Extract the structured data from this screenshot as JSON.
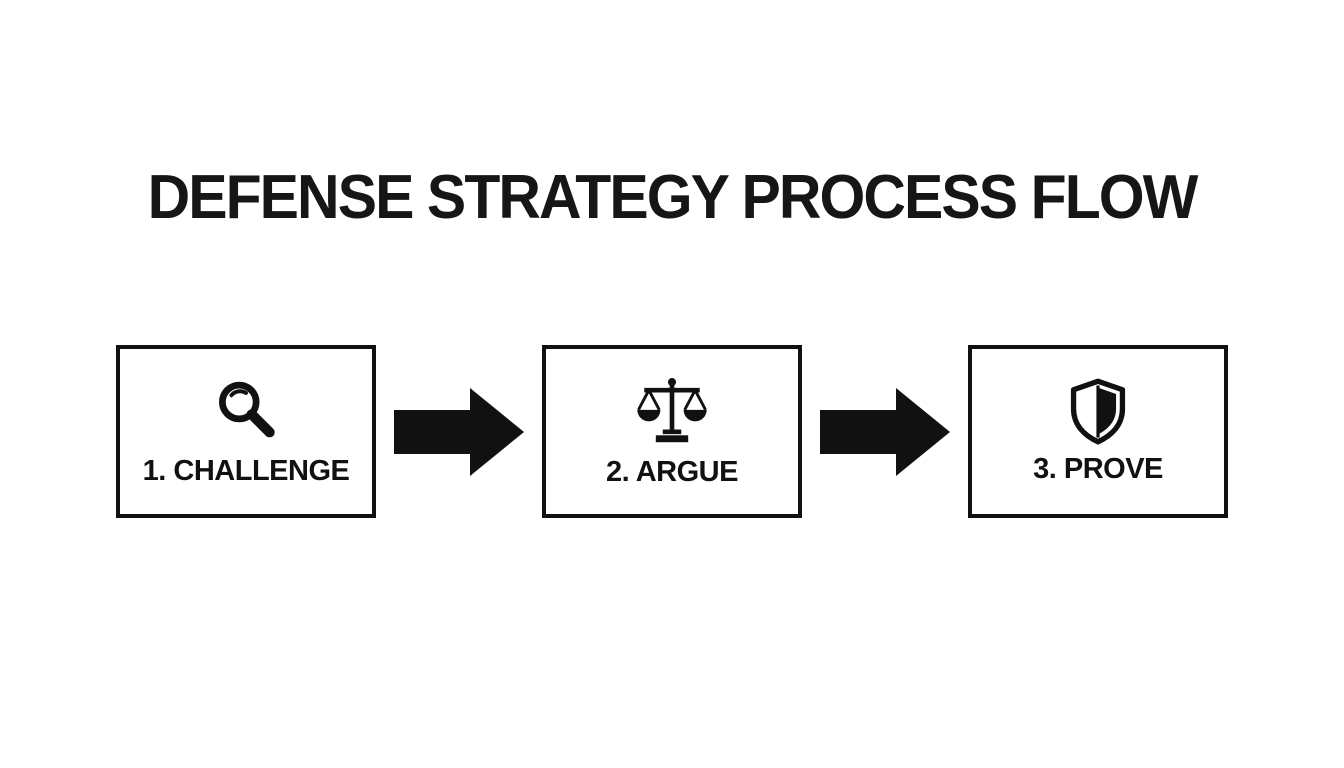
{
  "title": "DEFENSE STRATEGY PROCESS FLOW",
  "steps": [
    {
      "label": "1. CHALLENGE",
      "icon": "magnifier-icon"
    },
    {
      "label": "2. ARGUE",
      "icon": "scales-icon"
    },
    {
      "label": "3. PROVE",
      "icon": "shield-icon"
    }
  ],
  "colors": {
    "ink": "#111111",
    "background": "#ffffff"
  }
}
